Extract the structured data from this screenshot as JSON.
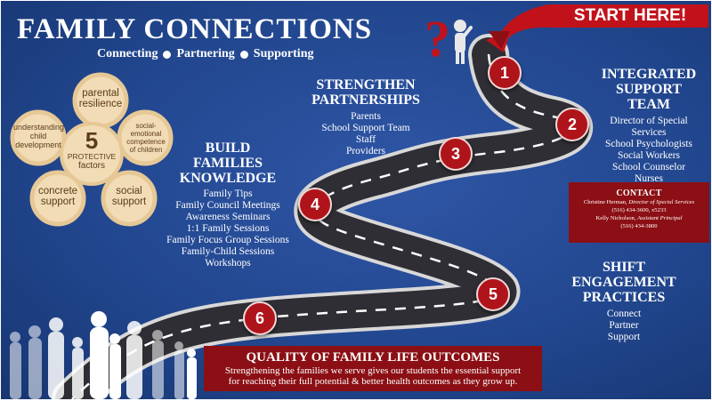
{
  "title": "FAMILY CONNECTIONS",
  "tagline": [
    "Connecting",
    "Partnering",
    "Supporting"
  ],
  "start_label": "START HERE!",
  "flower": {
    "center_number": "5",
    "center_line1": "PROTECTIVE",
    "center_line2": "factors",
    "petals": [
      {
        "label": "parental resilience"
      },
      {
        "label": "social-emotional competence of children"
      },
      {
        "label": "social support"
      },
      {
        "label": "concrete support"
      },
      {
        "label": "understanding child development"
      }
    ]
  },
  "sections": {
    "strengthen": {
      "heading_1": "STRENGTHEN",
      "heading_2": "PARTNERSHIPS",
      "items": [
        "Parents",
        "School Support Team",
        "Staff",
        "Providers"
      ]
    },
    "build": {
      "heading_1": "BUILD",
      "heading_2": "FAMILIES",
      "heading_3": "KNOWLEDGE",
      "items": [
        "Family Tips",
        "Family Council Meetings",
        "Awareness Seminars",
        "1:1 Family Sessions",
        "Family Focus Group Sessions",
        "Family-Child Sessions",
        "Workshops"
      ]
    },
    "integrated": {
      "heading_1": "INTEGRATED",
      "heading_2": "SUPPORT",
      "heading_3": "TEAM",
      "items": [
        "Director of Special",
        "Services",
        "School Psychologists",
        "Social Workers",
        "School Counselor",
        "Nurses"
      ]
    },
    "shift": {
      "heading_1": "SHIFT",
      "heading_2": "ENGAGEMENT",
      "heading_3": "PRACTICES",
      "items": [
        "Connect",
        "Partner",
        "Support"
      ]
    }
  },
  "contact": {
    "heading": "CONTACT",
    "line1_name": "Christine Herman, ",
    "line1_role": "Director of Special Services",
    "line2": "(516) 434-3600, x5233",
    "line3_name": "Kelly Nicholson, ",
    "line3_role": "Assistant Principal",
    "line4": "(516) 434-3800"
  },
  "quality": {
    "heading": "QUALITY OF FAMILY LIFE OUTCOMES",
    "line1": "Strengthening the families we serve gives our students the essential support",
    "line2": "for reaching their full potential & better health outcomes as they grow up."
  },
  "road_stops": [
    "1",
    "2",
    "3",
    "4",
    "5",
    "6"
  ],
  "colors": {
    "background": "#22478f",
    "accent_red": "#8b0f14",
    "flower_petal": "#f2dcb5",
    "flower_text": "#5a3c1a"
  },
  "icons": [
    "question-mark-figure-icon",
    "start-arrow-icon",
    "winding-road-icon",
    "family-silhouettes-icon"
  ]
}
